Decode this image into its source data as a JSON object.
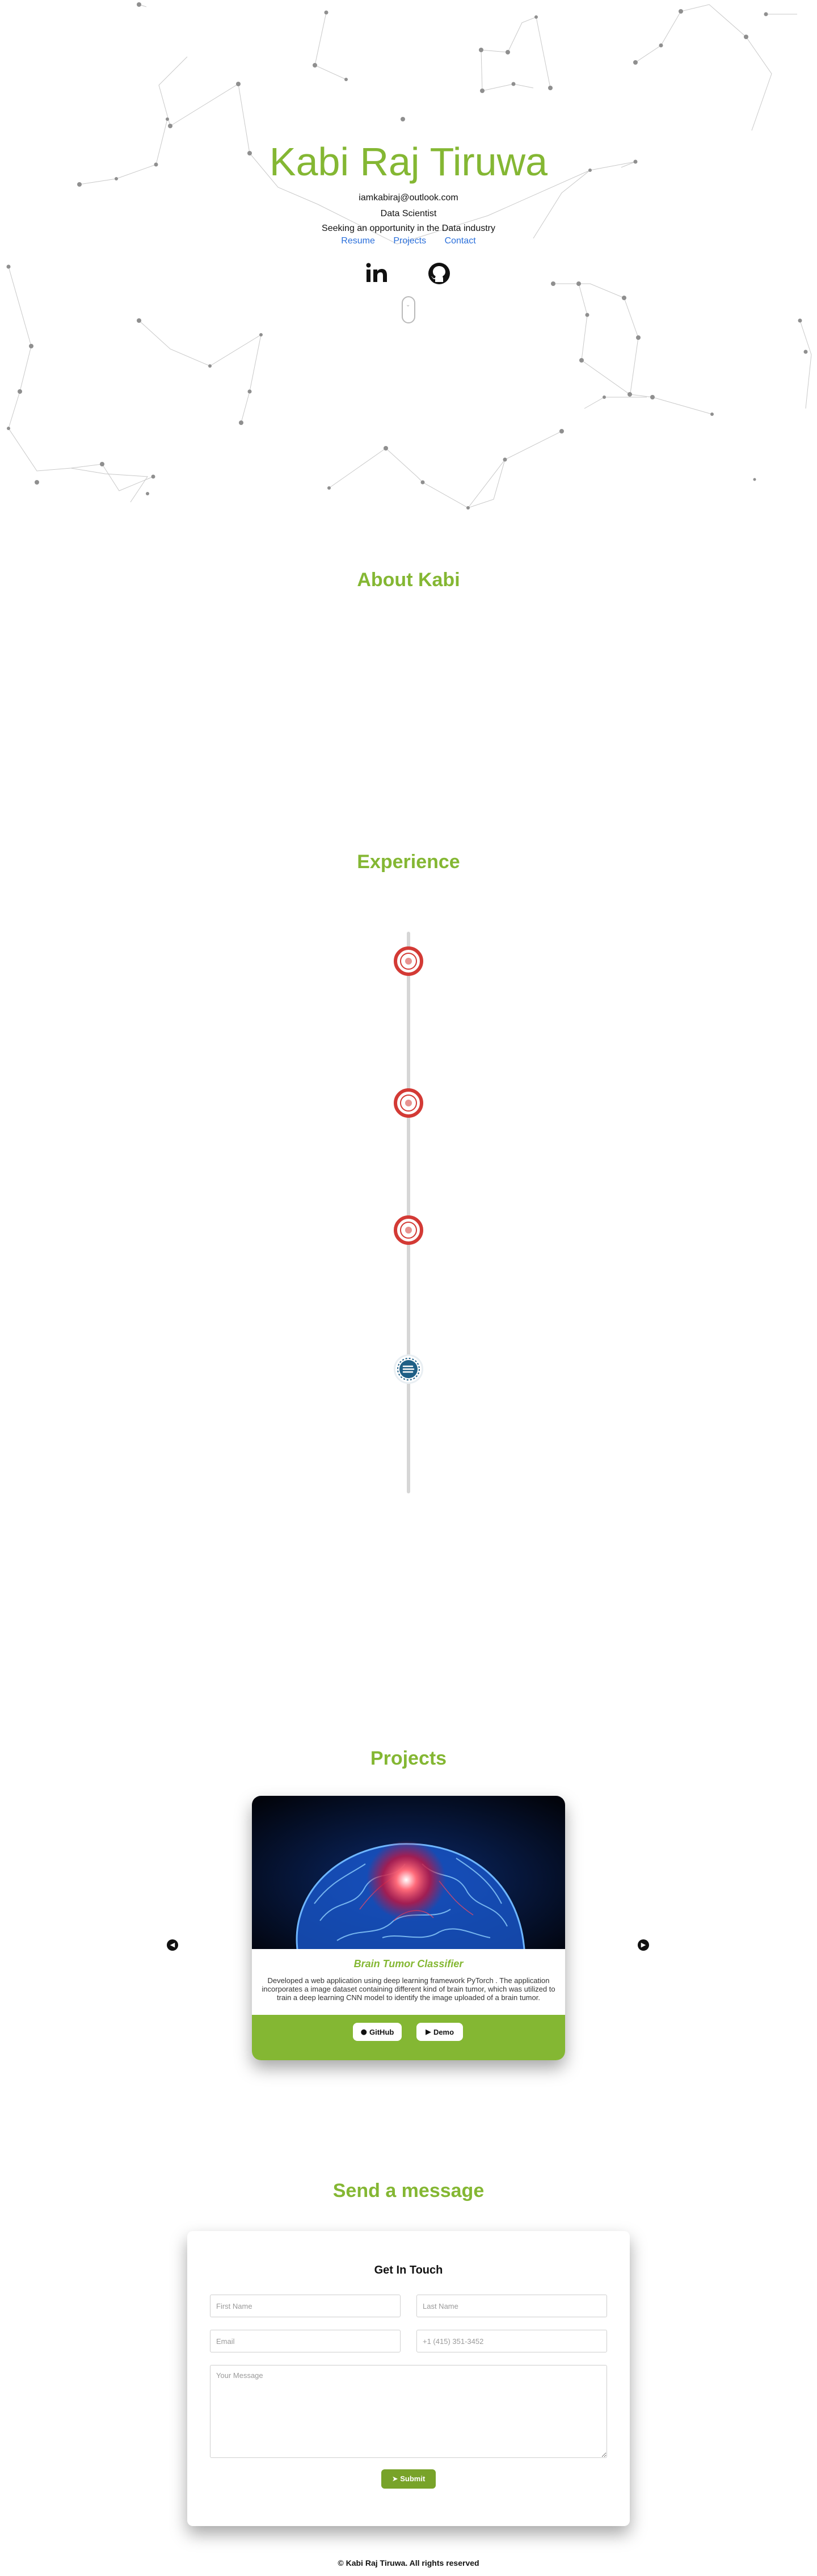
{
  "hero": {
    "name": "Kabi Raj Tiruwa",
    "email": "iamkabiraj@outlook.com",
    "role": "Data Scientist",
    "tagline": "Seeking an opportunity in the Data industry",
    "links": [
      "Resume",
      "Projects",
      "Contact"
    ],
    "social": [
      "linkedin-icon",
      "github-icon"
    ]
  },
  "about": {
    "title": "About Kabi"
  },
  "experience": {
    "title": "Experience",
    "items": [
      "university-seal-icon",
      "university-seal-icon",
      "university-seal-icon",
      "company-logo-icon"
    ]
  },
  "projects": {
    "title": "Projects",
    "card": {
      "title": "Brain Tumor Classifier",
      "description": "Developed a web application using deep learning framework PyTorch . The application incorporates a image dataset containing different kind of brain tumor, which was utilized to train a deep learning CNN model to identify the image uploaded of a brain tumor.",
      "github_label": "GitHub",
      "demo_label": "Demo"
    },
    "prev_icon": "chevron-left-icon",
    "next_icon": "chevron-right-icon"
  },
  "contact": {
    "title": "Send a message",
    "form_title": "Get In Touch",
    "first_name_placeholder": "First Name",
    "last_name_placeholder": "Last Name",
    "email_placeholder": "Email",
    "phone_placeholder": "+1 (415) 351-3452",
    "message_placeholder": "Your Message",
    "submit_label": "Submit"
  },
  "footer": {
    "text": "© Kabi Raj Tiruwa. All rights reserved"
  },
  "colors": {
    "accent": "#84b733",
    "link": "#2a6fdb",
    "timeline_red": "#d33a35"
  }
}
